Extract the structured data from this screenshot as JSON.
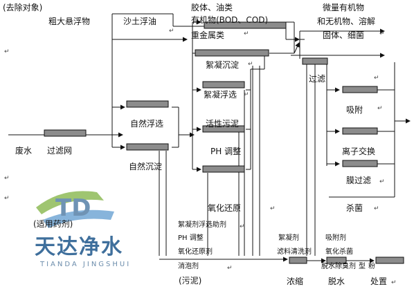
{
  "header": {
    "removal_targets": "(去除对象)",
    "target_coarse": "粗大悬浮物",
    "target_sand_oil": "沙土浮油",
    "target_colloid": "胶体、油类",
    "target_organic": "有机物(BOD、COD)",
    "target_heavy_metal": "重金属类",
    "target_trace": "微量有机物",
    "target_inorganic": "和无机物、溶解",
    "target_solids": "固体、细菌"
  },
  "process": {
    "wastewater": "废水",
    "screen": "过滤网",
    "natural_flotation": "自然浮选",
    "natural_sedimentation": "自然沉淀",
    "coag_sedimentation": "絮凝沉淀",
    "coag_flotation": "絮凝浮选",
    "activated_sludge": "活性污泥",
    "ph_adjust": "PH 调整",
    "redox": "氧化还原",
    "filtration": "过滤",
    "adsorption": "吸附",
    "ion_exchange": "离子交换",
    "membrane_filtration": "膜过滤",
    "sterilization": "杀菌"
  },
  "reagents": {
    "title": "(适用药剂)",
    "flotation_aid": "絮凝剂浮选助剂",
    "ph_adjuster": "PH 调整",
    "redox_agent": "氧化还原剂",
    "defoamer": "消泡剂",
    "coagulant": "絮凝剂",
    "filter_cleaner": "滤料清洗剂",
    "adsorbent": "吸附剂",
    "oxidizing_biocide": "氧化杀菌",
    "dewater_agent": "脱水除臭剂",
    "powder": "粉",
    "unit": "型"
  },
  "sludge": {
    "title": "(污泥)",
    "thicken": "浓缩",
    "dewater": "脱水",
    "disposal": "处置"
  },
  "watermark": {
    "logo_letters": "TD",
    "name_cn": "天达净水",
    "name_en": "TIANDA JINGSHUI"
  },
  "paragraph_marks": "↵",
  "colors": {
    "line": "#111111",
    "tank_fill": "#8c8c8c",
    "logo_blue": "#3f6f9c",
    "logo_green": "#7fb241"
  }
}
